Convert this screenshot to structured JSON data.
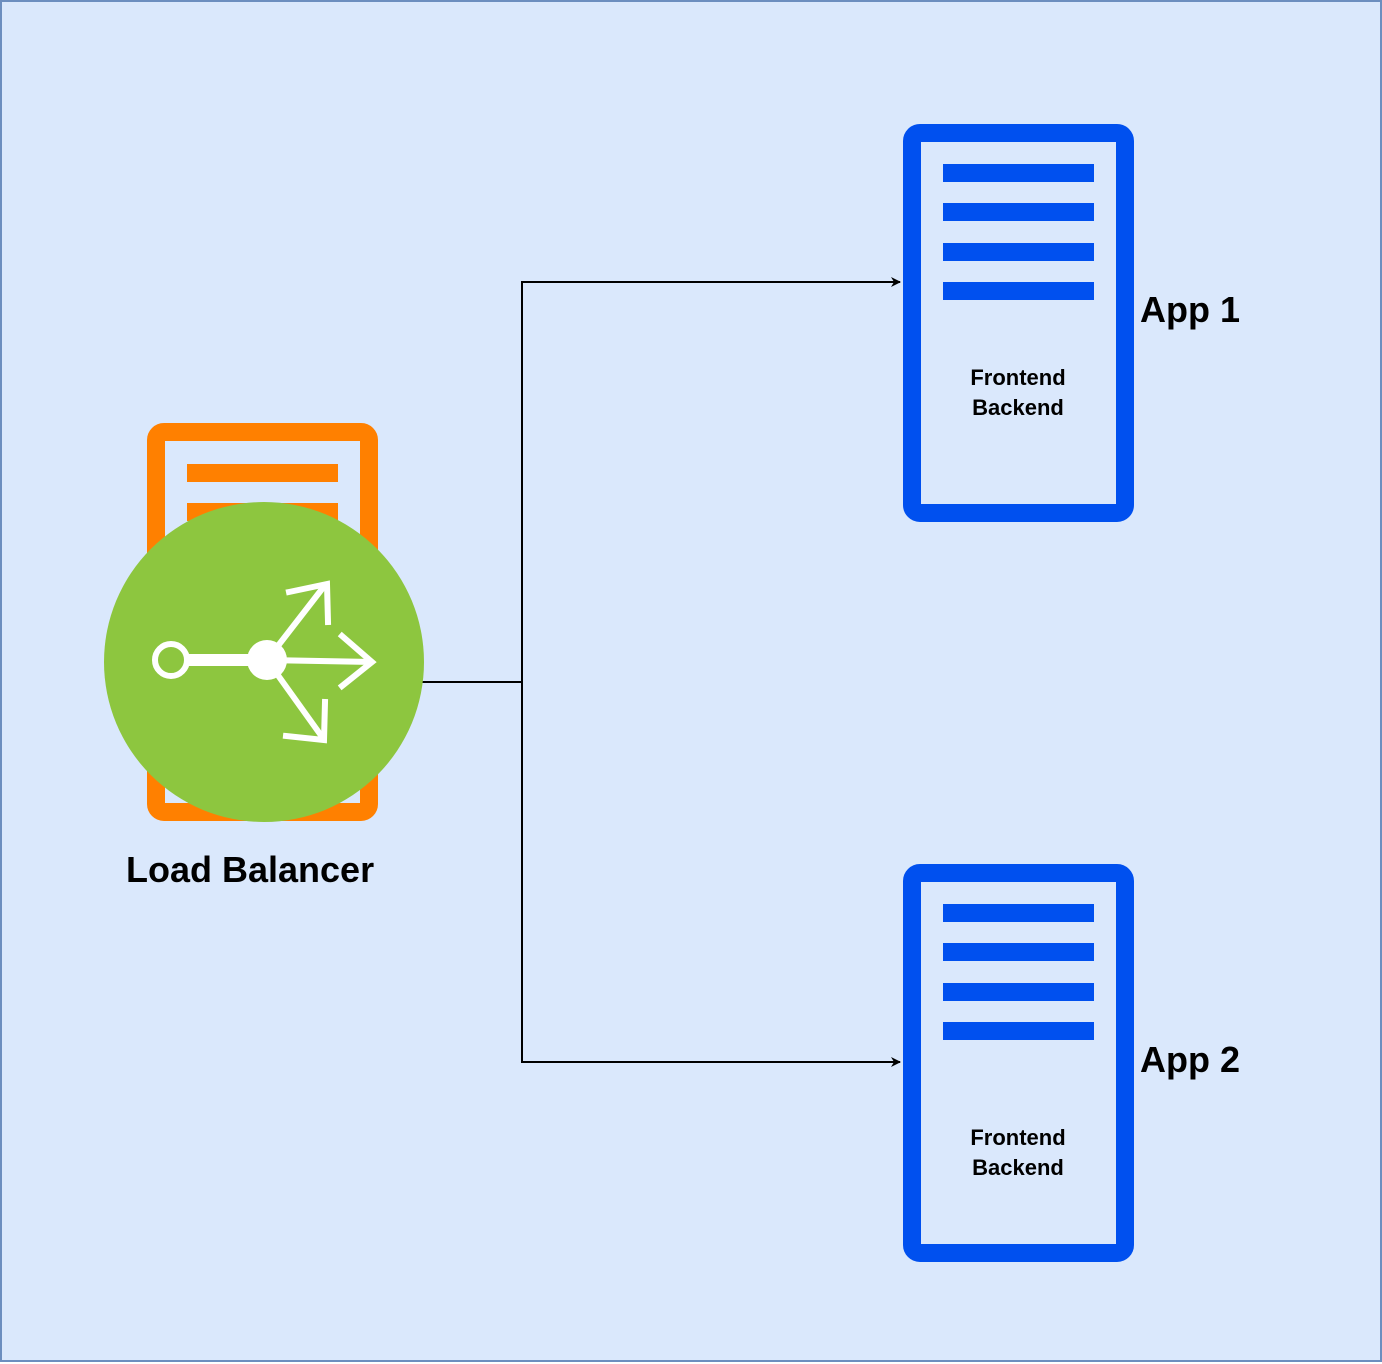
{
  "nodes": {
    "load_balancer": {
      "label": "Load Balancer",
      "server_color": "#ff8000",
      "badge_color": "#8dc63f",
      "icon": "load-balancer-split-arrows-icon"
    },
    "app1": {
      "label": "App 1",
      "lines": [
        "Frontend",
        "Backend"
      ],
      "server_color": "#0050ef",
      "icon": "server-rack-icon"
    },
    "app2": {
      "label": "App 2",
      "lines": [
        "Frontend",
        "Backend"
      ],
      "server_color": "#0050ef",
      "icon": "server-rack-icon"
    }
  },
  "edges": [
    {
      "from": "load_balancer",
      "to": "app1"
    },
    {
      "from": "load_balancer",
      "to": "app2"
    }
  ],
  "colors": {
    "background": "#dae8fc",
    "border": "#6c8ebf",
    "connector": "#000000"
  }
}
